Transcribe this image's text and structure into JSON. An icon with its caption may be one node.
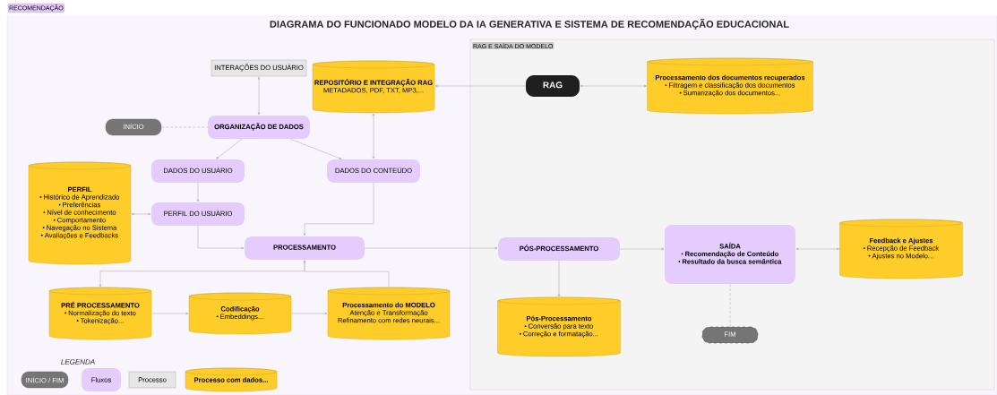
{
  "diagram": {
    "title": "DIAGRAMA DO FUNCIONADO MODELO DA IA GENERATIVA E SISTEMA DE RECOMENDAÇÃO EDUCACIONAL",
    "nodes": [
      {
        "text": [
          "INTERAÇÕES DO USUÁRIO"
        ]
      },
      {
        "text": [
          "REPOSITÓRIO E INTEGRAÇÃO RAG",
          "METADADOS, PDF, TXT, MP3,..."
        ]
      },
      {
        "text": [
          "RAG"
        ]
      },
      {
        "text": [
          "Processamento dos documentos recuperados",
          "Filtragem e classificação dos documentos",
          "Sumarização dos documentos..."
        ]
      },
      {
        "text": [
          "INÍCIO"
        ]
      },
      {
        "text": [
          "ORGANIZAÇÃO DE DADOS"
        ]
      },
      {
        "text": [
          "PERFIL",
          "Histórico de Aprendizado",
          "Preferências",
          "Nível de conhecimento",
          "Comportamento",
          "Navegação no Sistema",
          "Avaliações e Feedbacks"
        ]
      },
      {
        "text": [
          "DADOS DO USUÀRIO"
        ]
      },
      {
        "text": [
          "DADOS DO CONTEÚDO"
        ]
      },
      {
        "text": [
          "PERFIL DO USUÀRIO"
        ]
      },
      {
        "text": [
          "PROCESSAMENTO"
        ]
      },
      {
        "text": [
          "PRÉ PROCESSAMENTO",
          "Normalização do texto",
          "Tokenização..."
        ]
      },
      {
        "text": [
          "Codificação",
          "Embeddings..."
        ]
      },
      {
        "text": [
          "Processamento do MODELO",
          "Atenção e Transformação",
          "Refinamento com redes neurais..."
        ]
      },
      {
        "text": [
          "PÓS-PROCESSAMENTO"
        ]
      },
      {
        "text": [
          "Pós-Processamento",
          "Conversão para texto",
          "Correção e formatação..."
        ]
      },
      {
        "text": [
          "SAÍDA",
          "Recomendação de Conteúdo",
          "Resultado da busca semântica"
        ]
      },
      {
        "text": [
          "Feedback e Ajustes",
          "Recepção de Feedback",
          "Ajustes no Modelo..."
        ]
      },
      {
        "text": [
          "FIM"
        ]
      }
    ],
    "edges": [
      {
        "from": 0,
        "to": 5,
        "arrow": "both"
      },
      {
        "from": 2,
        "to": 1,
        "arrow": "to"
      },
      {
        "from": 2,
        "to": 3,
        "arrow": "both"
      },
      {
        "from": 4,
        "to": 5,
        "arrow": "none",
        "style": "dashed"
      },
      {
        "from": 5,
        "to": 7,
        "arrow": "to"
      },
      {
        "from": 5,
        "to": 8,
        "arrow": "to"
      },
      {
        "from": 1,
        "to": 8,
        "arrow": "both"
      },
      {
        "from": 7,
        "to": 9,
        "arrow": "to"
      },
      {
        "from": 6,
        "to": 9,
        "arrow": "both"
      },
      {
        "from": 9,
        "to": 10,
        "arrow": "to"
      },
      {
        "from": 8,
        "to": 10,
        "arrow": "to"
      },
      {
        "from": 10,
        "to": 11,
        "arrow": "to"
      },
      {
        "from": 13,
        "to": 10,
        "arrow": "to"
      },
      {
        "from": 11,
        "to": 12,
        "arrow": "to"
      },
      {
        "from": 12,
        "to": 13,
        "arrow": "to"
      },
      {
        "from": 10,
        "to": 14,
        "arrow": "to"
      },
      {
        "from": 14,
        "to": 15,
        "arrow": "to"
      },
      {
        "from": 14,
        "to": 16,
        "arrow": "to"
      },
      {
        "from": 16,
        "to": 17,
        "arrow": "both"
      },
      {
        "from": 16,
        "to": 18,
        "arrow": "none",
        "style": "dashed"
      }
    ],
    "labels": [
      "RECOMENDAÇÃO",
      "RAG E SAÍDA DO MODELO",
      "LEGENDA"
    ],
    "legend": [
      {
        "text": "INÍCIO / FIM"
      },
      {
        "text": "Fluxos"
      },
      {
        "text": "Processo"
      },
      {
        "text": "Processo com dados..."
      }
    ]
  }
}
